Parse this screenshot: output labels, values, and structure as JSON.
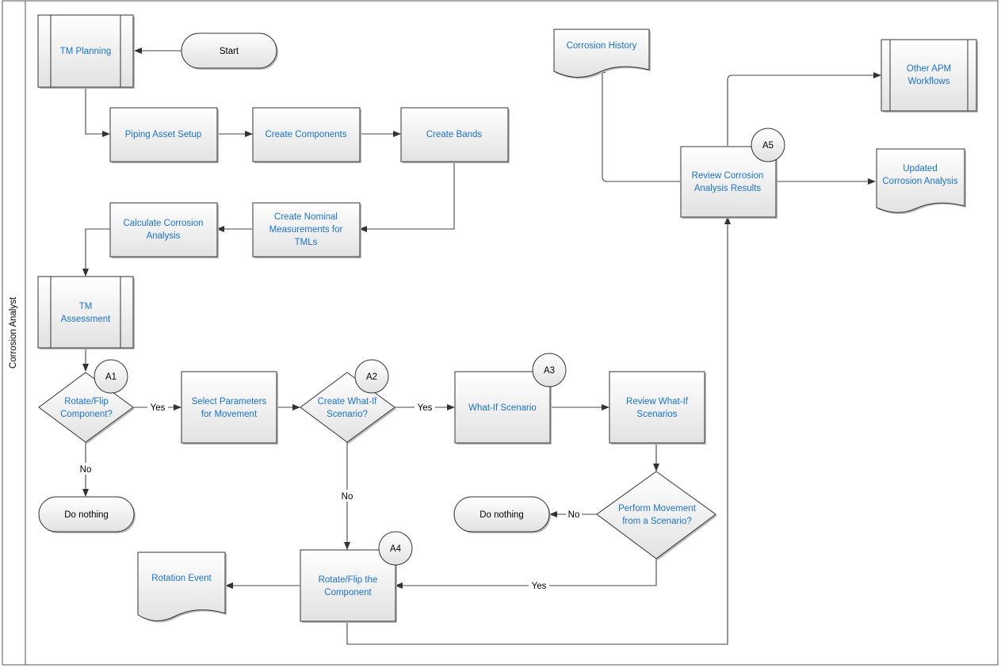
{
  "lane": {
    "label": "Corrosion Analyst"
  },
  "nodes": {
    "start": "Start",
    "tm_planning": "TM Planning",
    "piping_asset_setup": "Piping Asset Setup",
    "create_components": "Create Components",
    "create_bands": "Create Bands",
    "create_nominal": [
      "Create Nominal",
      "Measurements for",
      "TMLs"
    ],
    "calculate_corrosion": [
      "Calculate Corrosion",
      "Analysis"
    ],
    "tm_assessment": [
      "TM",
      "Assessment"
    ],
    "rotate_flip_component": [
      "Rotate/Flip",
      "Component?"
    ],
    "select_parameters": [
      "Select Parameters",
      "for Movement"
    ],
    "create_what_if": [
      "Create What-If",
      "Scenario?"
    ],
    "what_if_scenario": "What-If Scenario",
    "review_what_if": [
      "Review What-If",
      "Scenarios"
    ],
    "perform_movement": [
      "Perform Movement",
      "from a Scenario?"
    ],
    "do_nothing_1": "Do nothing",
    "do_nothing_2": "Do nothing",
    "rotate_flip_the_component": [
      "Rotate/Flip the",
      "Component"
    ],
    "rotation_event": "Rotation Event",
    "review_corrosion_results": [
      "Review Corrosion",
      "Analysis Results"
    ],
    "corrosion_history": "Corrosion History",
    "other_apm_workflows": [
      "Other APM",
      "Workflows"
    ],
    "updated_corrosion_analysis": [
      "Updated",
      "Corrosion Analysis"
    ]
  },
  "badges": {
    "a1": "A1",
    "a2": "A2",
    "a3": "A3",
    "a4": "A4",
    "a5": "A5"
  },
  "edge_labels": {
    "yes_1": "Yes",
    "no_1": "No",
    "yes_2": "Yes",
    "no_2": "No",
    "no_3": "No",
    "yes_3": "Yes"
  },
  "colors": {
    "link_text": "#1a73c9",
    "node_fill_top": "#ffffff",
    "node_fill_bottom": "#e2e2e2",
    "border": "#333333"
  }
}
